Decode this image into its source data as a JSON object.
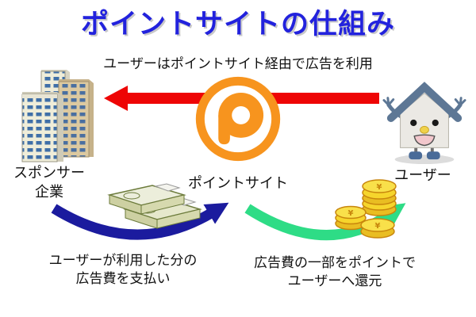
{
  "title": "ポイントサイトの仕組み",
  "top_flow": {
    "caption": "ユーザーはポイントサイト経由で広告を利用",
    "arrow_color": "#ee0505"
  },
  "nodes": {
    "sponsor": {
      "label_line1": "スポンサー",
      "label_line2": "企業",
      "icon": "office-buildings-icon"
    },
    "pointsite": {
      "label": "ポイントサイト",
      "icon": "point-logo-icon",
      "logo_color": "#f7941e"
    },
    "user": {
      "label": "ユーザー",
      "icon": "house-character-icon"
    }
  },
  "bottom_left_flow": {
    "caption_line1": "ユーザーが利用した分の",
    "caption_line2": "広告費を支払い",
    "arrow_color": "#1b1b9e",
    "icon": "money-bundles-icon"
  },
  "bottom_right_flow": {
    "caption_line1": "広告費の一部をポイントで",
    "caption_line2": "ユーザーへ還元",
    "arrow_color": "#2edc86",
    "icon": "gold-coins-icon"
  },
  "colors": {
    "background": "#ffffff",
    "title_blue": "#2222dd",
    "title_shadow": "#c9c9c9",
    "text_black": "#111111",
    "arrow_red": "#ee0505",
    "arrow_blue": "#1b1b9e",
    "arrow_green": "#2edc86",
    "logo_orange": "#f7941e",
    "coin_gold": "#f6d52c",
    "money_green": "#e6e8cc",
    "roof_blue": "#5d7795"
  }
}
